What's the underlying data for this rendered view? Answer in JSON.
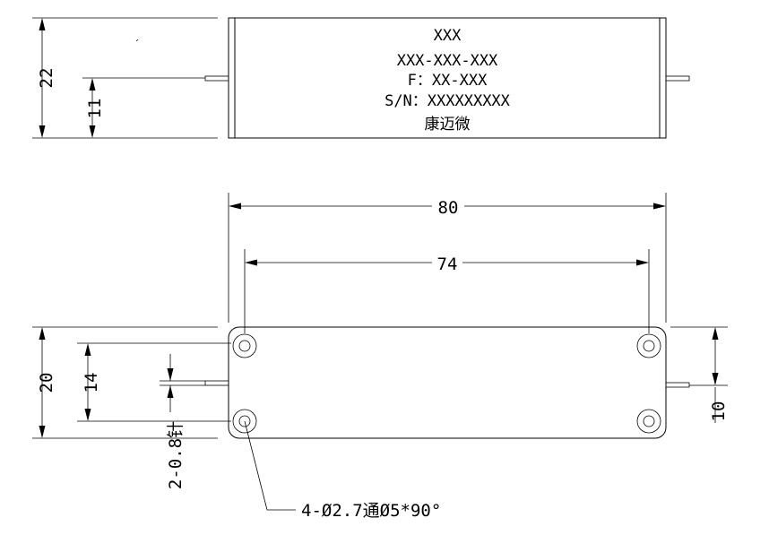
{
  "label": {
    "line1": "XXX",
    "line2": "XXX-XXX-XXX",
    "line3": "F：XX-XXX",
    "line4": "S/N：XXXXXXXXX",
    "line5": "康迈微"
  },
  "dimensions": {
    "side_height": "22",
    "side_pin_height": "11",
    "total_length": "80",
    "hole_pitch_length": "74",
    "body_width": "20",
    "hole_pitch_width": "14",
    "pin_offset": "10",
    "pin_spec": "2-0.8针",
    "hole_spec": "4-Ø2.7通Ø5*90°"
  }
}
